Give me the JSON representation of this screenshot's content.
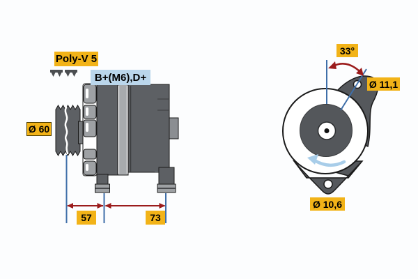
{
  "drawing_type": "alternator-technical-drawing",
  "labels": {
    "belt_type": "Poly-V 5",
    "terminals": "B+(M6),D+",
    "pulley_diameter": "Ø 60",
    "dim_pulley_to_front_mount": "57",
    "dim_front_to_rear_mount": "73",
    "mount_hole_angle": "33°",
    "top_mount_hole_diameter": "Ø 11,1",
    "bottom_mount_hole_diameter": "Ø 10,6"
  },
  "icons": {
    "belt_profile": "poly-v-belt-section-icon",
    "rotation": "counterclockwise-rotation-arrow-icon"
  },
  "colors": {
    "label_yellow": "#f2b318",
    "label_blue": "#bad6eb",
    "body_gray_dark": "#5d6064",
    "body_gray_mid": "#8b8e92",
    "body_gray_light": "#9ea1a4",
    "dimension_red": "#9b1c1c",
    "centerline_blue": "#3f6fa9",
    "rotation_arrow_blue": "#a8cde9",
    "outline_black": "#1a1a1a"
  }
}
